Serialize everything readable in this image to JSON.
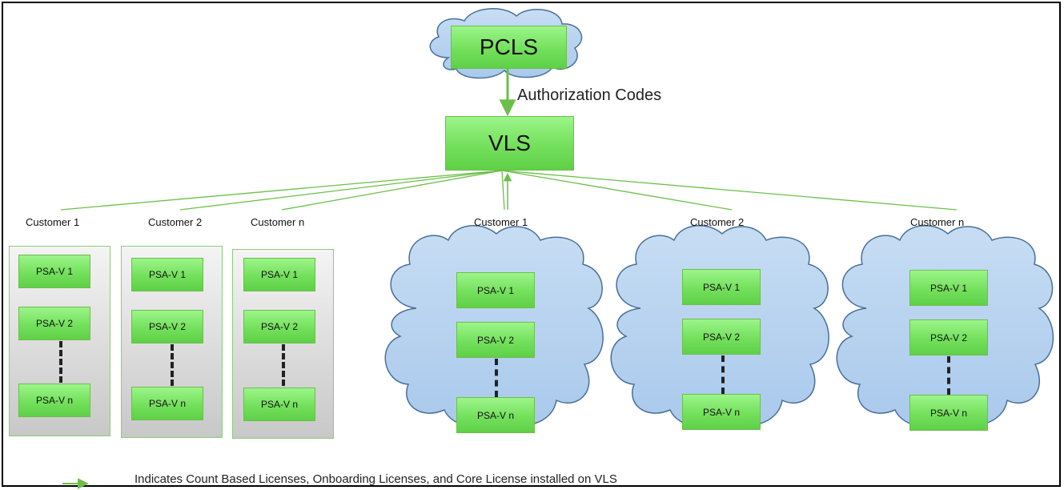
{
  "top": {
    "pcls_label": "PCLS",
    "vls_label": "VLS",
    "arrow_label": "Authorization Codes"
  },
  "customers": [
    {
      "label": "Customer 1",
      "type": "on-premise"
    },
    {
      "label": "Customer 2",
      "type": "on-premise"
    },
    {
      "label": "Customer n",
      "type": "on-premise"
    },
    {
      "label": "Customer 1",
      "type": "cloud"
    },
    {
      "label": "Customer 2",
      "type": "cloud"
    },
    {
      "label": "Customer n",
      "type": "cloud"
    }
  ],
  "psa_nodes": [
    "PSA-V 1",
    "PSA-V 2",
    "PSA-V n"
  ],
  "legend": {
    "text": "Indicates Count Based Licenses, Onboarding Licenses, and Core License installed on VLS",
    "arrow_color": "#6cbf4a"
  },
  "colors": {
    "green": "#74e05c",
    "green_border": "#6cbf4a",
    "cloud_fill": "#b7d4f0",
    "cloud_border": "#4a6f99"
  }
}
